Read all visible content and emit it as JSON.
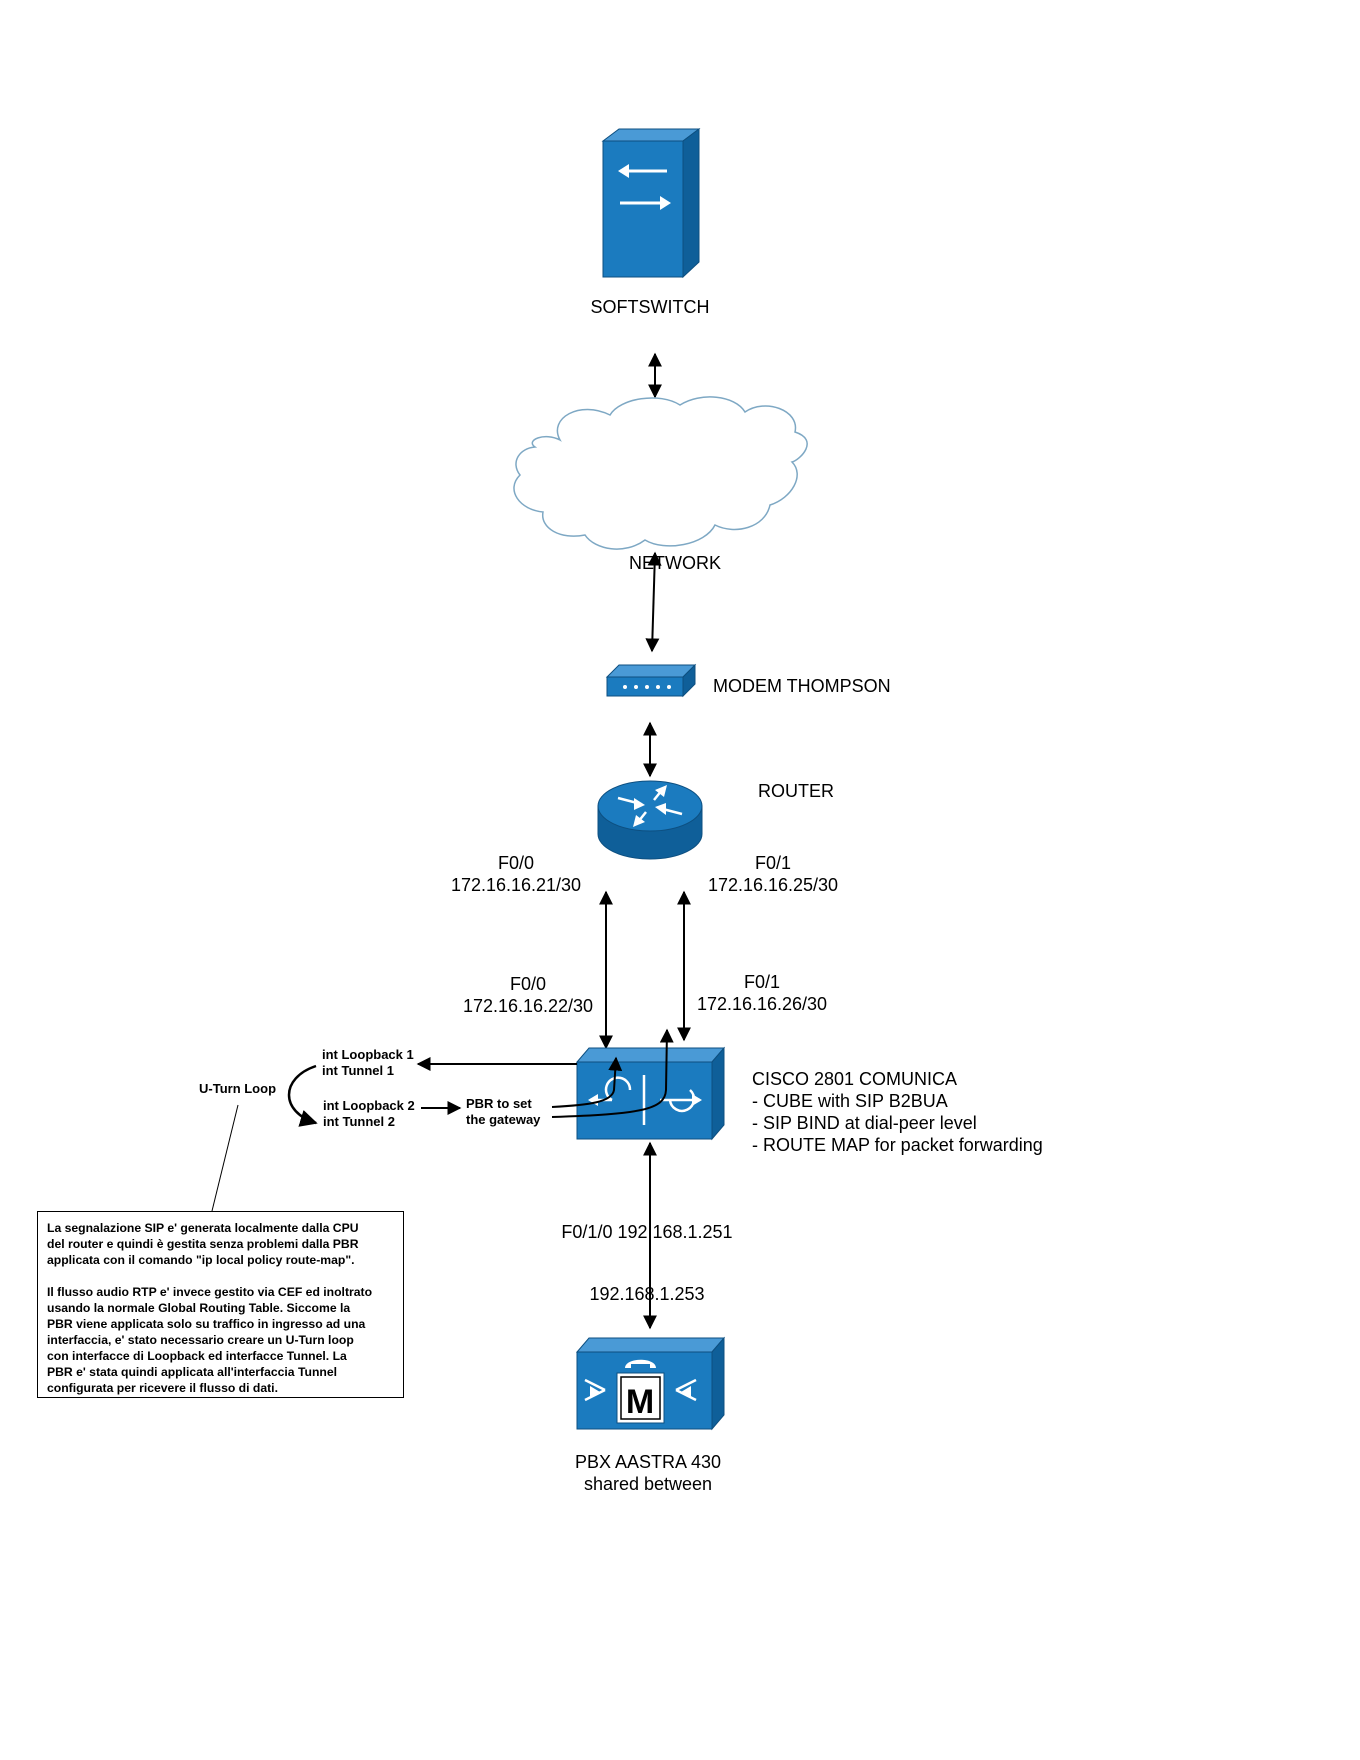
{
  "nodes": {
    "softswitch": {
      "label": "SOFTSWITCH",
      "icon": "server-icon",
      "color": "#1b7bbf"
    },
    "network": {
      "label": "NETWORK",
      "icon": "cloud-icon"
    },
    "modem": {
      "label": "MODEM THOMPSON",
      "icon": "modem-icon",
      "color": "#1b7bbf"
    },
    "router": {
      "label": "ROUTER",
      "icon": "router-icon",
      "color": "#1b7bbf"
    },
    "cisco": {
      "title": "CISCO 2801 COMUNICA",
      "lines": [
        "- CUBE with SIP B2BUA",
        "- SIP BIND at dial-peer level",
        "- ROUTE MAP for packet forwarding"
      ],
      "icon": "voice-gateway-icon",
      "color": "#1b7bbf"
    },
    "pbx": {
      "label_line1": "PBX AASTRA 430",
      "label_line2": "shared between",
      "icon": "pbx-icon",
      "glyph": "M",
      "color": "#1b7bbf"
    }
  },
  "interfaces": {
    "router_f00": {
      "name": "F0/0",
      "ip": "172.16.16.21/30"
    },
    "router_f01": {
      "name": "F0/1",
      "ip": "172.16.16.25/30"
    },
    "cisco_f00": {
      "name": "F0/0",
      "ip": "172.16.16.22/30"
    },
    "cisco_f01": {
      "name": "F0/1",
      "ip": "172.16.16.26/30"
    },
    "cisco_f010": "F0/1/0 192.168.1.251",
    "pbx_ip": "192.168.1.253"
  },
  "uturn": {
    "label": "U-Turn Loop",
    "loop1_a": "int Loopback 1",
    "loop1_b": "int Tunnel 1",
    "loop2_a": "int Loopback 2",
    "loop2_b": "int Tunnel 2",
    "pbr_a": "PBR to set",
    "pbr_b": "the gateway"
  },
  "note": {
    "para1": "La segnalazione SIP e' generata localmente dalla CPU\ndel router e quindi è gestita senza problemi dalla PBR\napplicata con il comando \"ip local policy route-map\".",
    "para2": "Il flusso audio RTP e' invece gestito via CEF ed inoltrato\nusando la normale Global Routing Table. Siccome la\nPBR viene applicata solo su traffico in ingresso ad una\ninterfaccia, e' stato necessario creare un U-Turn loop\ncon interfacce di Loopback ed interfacce Tunnel. La\nPBR e' stata quindi applicata all'interfaccia Tunnel\nconfigurata per ricevere il flusso di dati."
  }
}
